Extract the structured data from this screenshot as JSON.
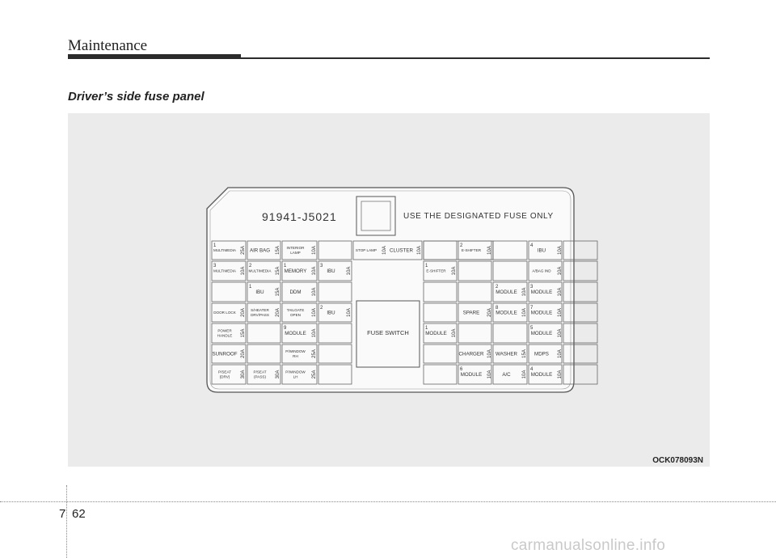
{
  "header": {
    "title": "Maintenance"
  },
  "section": {
    "title": "Driver’s side fuse panel"
  },
  "figure": {
    "part_number": "91941-J5021",
    "notice": "USE THE DESIGNATED FUSE ONLY",
    "fuse_switch": "FUSE SWITCH",
    "code": "OCK078093N"
  },
  "fuses": [
    {
      "n": "1",
      "name": "MULTIMEDIA",
      "amp": "25A"
    },
    {
      "n": "",
      "name": "AIR BAG",
      "amp": "15A"
    },
    {
      "n": "",
      "name": "INTERIOR LAMP",
      "amp": "10A"
    },
    {
      "n": "",
      "name": "STOP LAMP",
      "amp": "10A"
    },
    {
      "n": "",
      "name": "CLUSTER",
      "amp": "10A"
    },
    {
      "n": "3",
      "name": "MULTIMEDIA",
      "amp": "10A"
    },
    {
      "n": "2",
      "name": "MULTIMEDIA",
      "amp": "15A"
    },
    {
      "n": "1",
      "name": "MEMORY",
      "amp": "10A"
    },
    {
      "n": "3",
      "name": "IBU",
      "amp": "10A"
    },
    {
      "n": "1",
      "name": "IBU",
      "amp": "15A"
    },
    {
      "n": "",
      "name": "DDM",
      "amp": "10A"
    },
    {
      "n": "",
      "name": "DOOR LOCK",
      "amp": "20A"
    },
    {
      "n": "",
      "name": "S/HEATER DRV/PASS",
      "amp": "20A"
    },
    {
      "n": "",
      "name": "TAILGATE OPEN",
      "amp": "10A"
    },
    {
      "n": "2",
      "name": "IBU",
      "amp": "10A"
    },
    {
      "n": "",
      "name": "POWER HANDLE",
      "amp": "15A"
    },
    {
      "n": "9",
      "name": "MODULE",
      "amp": "10A"
    },
    {
      "n": "",
      "name": "SUNROOF",
      "amp": "20A"
    },
    {
      "n": "",
      "name": "P/WINDOW RH",
      "amp": "25A"
    },
    {
      "n": "",
      "name": "P/SEAT (DRV)",
      "amp": "30A"
    },
    {
      "n": "",
      "name": "P/SEAT (PASS)",
      "amp": "30A"
    },
    {
      "n": "",
      "name": "P/WINDOW LH",
      "amp": "25A"
    },
    {
      "n": "2",
      "name": "E-SHIFTER",
      "amp": "10A"
    },
    {
      "n": "4",
      "name": "IBU",
      "amp": "10A"
    },
    {
      "n": "1",
      "name": "E-SHIFTER",
      "amp": "10A"
    },
    {
      "n": "",
      "name": "A/BAG IND",
      "amp": "10A"
    },
    {
      "n": "2",
      "name": "MODULE",
      "amp": "10A"
    },
    {
      "n": "3",
      "name": "MODULE",
      "amp": "10A"
    },
    {
      "n": "",
      "name": "SPARE",
      "amp": "20A"
    },
    {
      "n": "8",
      "name": "MODULE",
      "amp": "10A"
    },
    {
      "n": "7",
      "name": "MODULE",
      "amp": "10A"
    },
    {
      "n": "1",
      "name": "MODULE",
      "amp": "10A"
    },
    {
      "n": "5",
      "name": "MODULE",
      "amp": "10A"
    },
    {
      "n": "",
      "name": "CHARGER",
      "amp": "10A"
    },
    {
      "n": "",
      "name": "WASHER",
      "amp": "15A"
    },
    {
      "n": "",
      "name": "MDPS",
      "amp": "10A"
    },
    {
      "n": "6",
      "name": "MODULE",
      "amp": "10A"
    },
    {
      "n": "",
      "name": "A/C",
      "amp": "10A"
    },
    {
      "n": "4",
      "name": "MODULE",
      "amp": "10A"
    }
  ],
  "footer": {
    "chapter": "7",
    "page": "62"
  },
  "watermark": "carmanualsonline.info"
}
